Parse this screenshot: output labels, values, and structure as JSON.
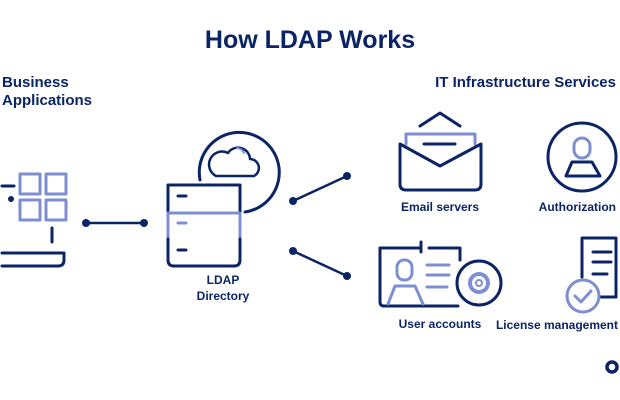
{
  "title": "How LDAP Works",
  "colors": {
    "primary": "#0b2466",
    "accent": "#7d8fd1",
    "background": "#ffffff"
  },
  "left_group": {
    "label_line1": "Business",
    "label_line2": "Applications",
    "icon": "laptop-apps-icon"
  },
  "center": {
    "label_line1": "LDAP",
    "label_line2": "Directory",
    "icon": "server-cloud-icon"
  },
  "right_group": {
    "label": "IT Infrastructure Services",
    "services": [
      {
        "label": "Email servers",
        "icon": "envelope-icon"
      },
      {
        "label": "Authorization",
        "icon": "user-circle-icon"
      },
      {
        "label": "User accounts",
        "icon": "id-card-gear-icon"
      },
      {
        "label": "License management",
        "icon": "document-check-icon"
      }
    ]
  }
}
